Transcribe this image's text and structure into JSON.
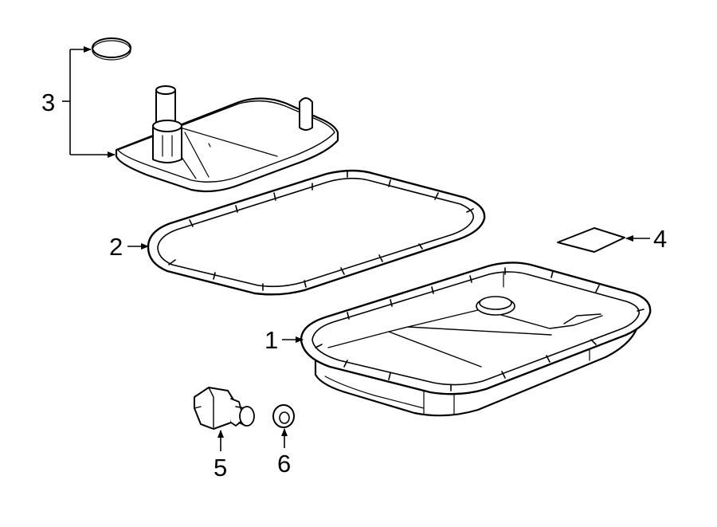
{
  "diagram": {
    "callouts": [
      {
        "id": "1",
        "label": "1",
        "part": "oil-pan"
      },
      {
        "id": "2",
        "label": "2",
        "part": "pan-gasket"
      },
      {
        "id": "3",
        "label": "3",
        "part": "filter-assembly"
      },
      {
        "id": "4",
        "label": "4",
        "part": "magnet"
      },
      {
        "id": "5",
        "label": "5",
        "part": "drain-plug"
      },
      {
        "id": "6",
        "label": "6",
        "part": "washer"
      }
    ],
    "colors": {
      "line": "#000000",
      "fill": "#ffffff",
      "background": "#ffffff"
    }
  }
}
